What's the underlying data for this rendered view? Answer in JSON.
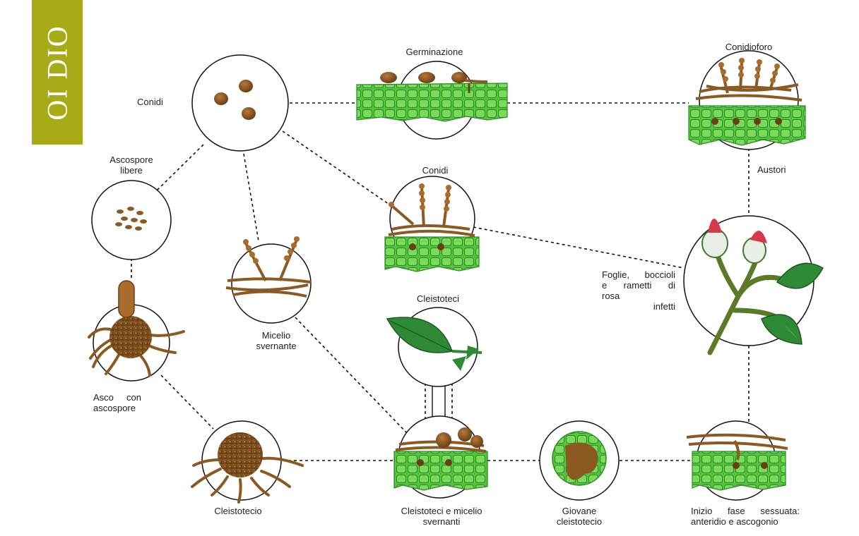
{
  "title": "OI DIO",
  "labels": {
    "germinazione": "Germinazione",
    "conidioforo": "Conidioforo",
    "conidi_top": "Conidi",
    "austori": "Austori",
    "ascospore_1": "Ascospore",
    "ascospore_2": "libere",
    "conidi_mid": "Conidi",
    "foglie_1": "Foglie, boccioli",
    "foglie_2": "e rametti di",
    "foglie_3": "rosa",
    "foglie_4": "infetti",
    "micelio_1": "Micelio",
    "micelio_2": "svernante",
    "cleistoteci": "Cleistoteci",
    "asco_1": "Asco con",
    "asco_2": "ascospore",
    "cleistotecio": "Cleistotecio",
    "cleist_micelio_1": "Cleistoteci e micelio",
    "cleist_micelio_2": "svernanti",
    "giovane_1": "Giovane",
    "giovane_2": "cleistotecio",
    "inizio_1": "Inizio fase sessuata:",
    "inizio_2": "anteridio e ascogonio"
  },
  "colors": {
    "title_bg": "#a7ac16",
    "title_text": "#ffffff",
    "tissue_green": "#4ec23a",
    "fungus_brown": "#8a5a22",
    "leaf_green": "#2f8a35",
    "bud_red": "#d63a4a"
  }
}
